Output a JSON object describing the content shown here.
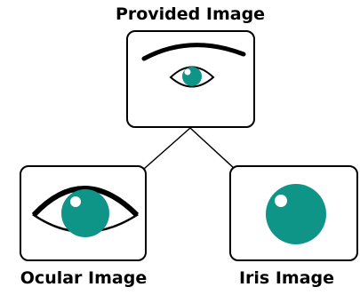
{
  "diagram": {
    "top_label": "Provided Image",
    "left_label": "Ocular Image",
    "right_label": "Iris Image"
  },
  "colors": {
    "iris": "#0f9488",
    "stroke": "#000000",
    "highlight": "#ffffff",
    "background": "#ffffff"
  },
  "icons": {
    "top": "eye-with-eyebrow-icon",
    "left": "eye-icon",
    "right": "iris-icon"
  }
}
